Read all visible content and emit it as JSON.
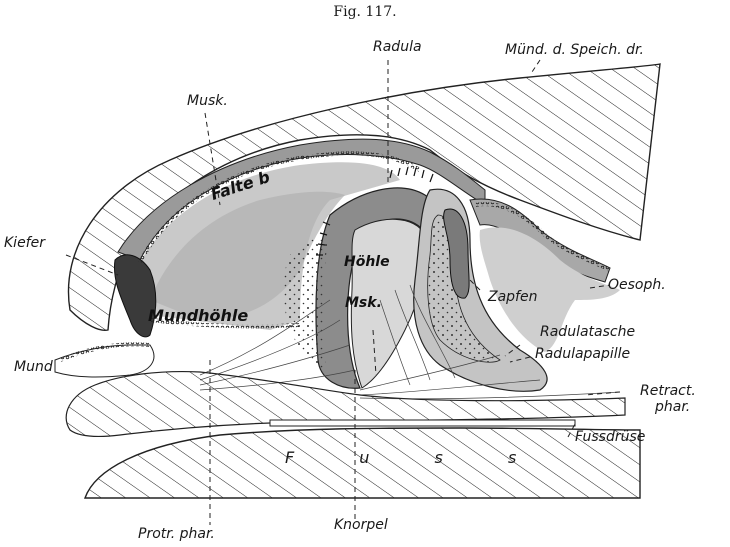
{
  "figure": {
    "title": "Fig. 117.",
    "labels": {
      "radula": "Radula",
      "muend_speich": "Münd. d. Speich. dr.",
      "musk": "Musk.",
      "kiefer": "Kiefer",
      "falte": "Falte b",
      "hoehle": "Höhle",
      "zapfen": "Zapfen",
      "oesoph": "Oesoph.",
      "mundhoehle": "Mundhöhle",
      "msk": "Msk.",
      "radulatasche": "Radulatasche",
      "radulapapille": "Radulapapille",
      "mund": "Mund",
      "retract": "Retract.",
      "phar": "phar.",
      "fussdruese": "Fussdrüse",
      "fuss": "F  u  s  s",
      "protr": "Protr. phar.",
      "knorpel": "Knorpel"
    }
  }
}
